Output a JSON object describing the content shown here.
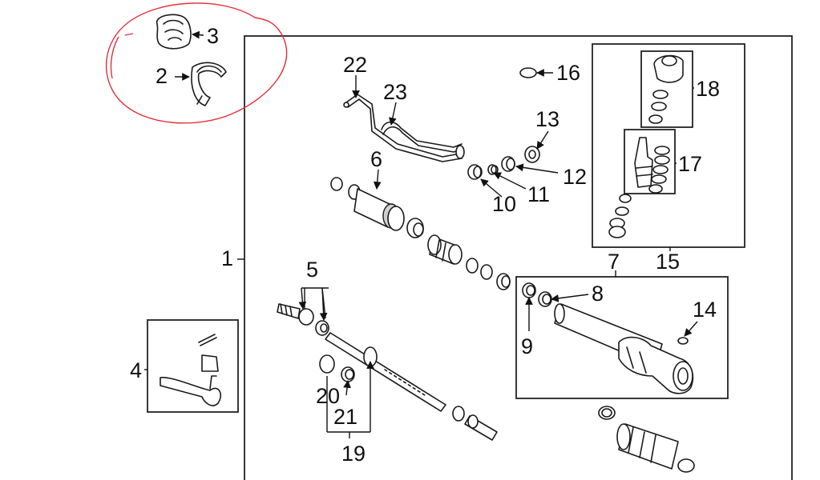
{
  "callouts": {
    "c1": "1",
    "c2": "2",
    "c3": "3",
    "c4": "4",
    "c5": "5",
    "c6": "6",
    "c7": "7",
    "c8": "8",
    "c9": "9",
    "c10": "10",
    "c11": "11",
    "c12": "12",
    "c13": "13",
    "c14": "14",
    "c15": "15",
    "c16": "16",
    "c17": "17",
    "c18": "18",
    "c19": "19",
    "c20": "20",
    "c21": "21",
    "c22": "22",
    "c23": "23"
  },
  "colors": {
    "line": "#1a1a1a",
    "annotation": "#e0303a",
    "background": "#ffffff"
  }
}
